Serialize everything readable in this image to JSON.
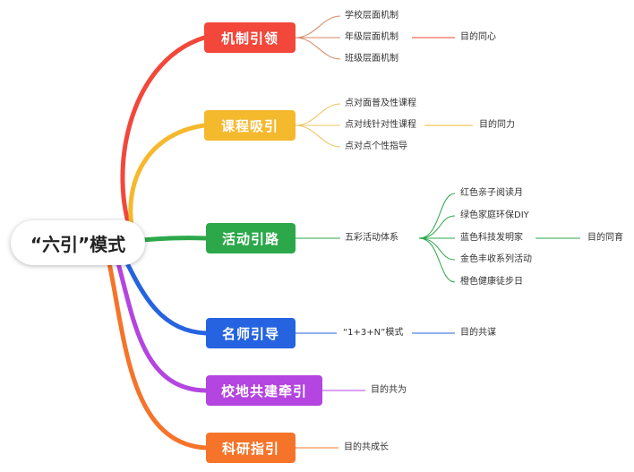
{
  "root": {
    "label": "“六引”模式"
  },
  "branches": [
    {
      "id": "b1",
      "label": "机制引领",
      "color": "#f2473a",
      "items": [
        "学校层面机制",
        "年级层面机制",
        "班级层面机制"
      ],
      "goal": "目的同心"
    },
    {
      "id": "b2",
      "label": "课程吸引",
      "color": "#f5b92e",
      "items": [
        "点对面普及性课程",
        "点对线针对性课程",
        "点对点个性指导"
      ],
      "goal": "目的同力"
    },
    {
      "id": "b3",
      "label": "活动引路",
      "color": "#2ca84a",
      "items": [
        "五彩活动体系"
      ],
      "subitems": [
        "红色亲子阅读月",
        "绿色家庭环保DIY",
        "蓝色科技发明家",
        "金色丰收系列活动",
        "橙色健康徒步日"
      ],
      "goal": "目的同育"
    },
    {
      "id": "b4",
      "label": "名师引导",
      "color": "#2563e0",
      "items": [
        "“1+3+N”模式"
      ],
      "goal": "目的共谋"
    },
    {
      "id": "b5",
      "label": "校地共建牵引",
      "color": "#b445e0",
      "items": [
        "目的共为"
      ]
    },
    {
      "id": "b6",
      "label": "科研指引",
      "color": "#f5742a",
      "items": [
        "目的共成长"
      ]
    }
  ]
}
